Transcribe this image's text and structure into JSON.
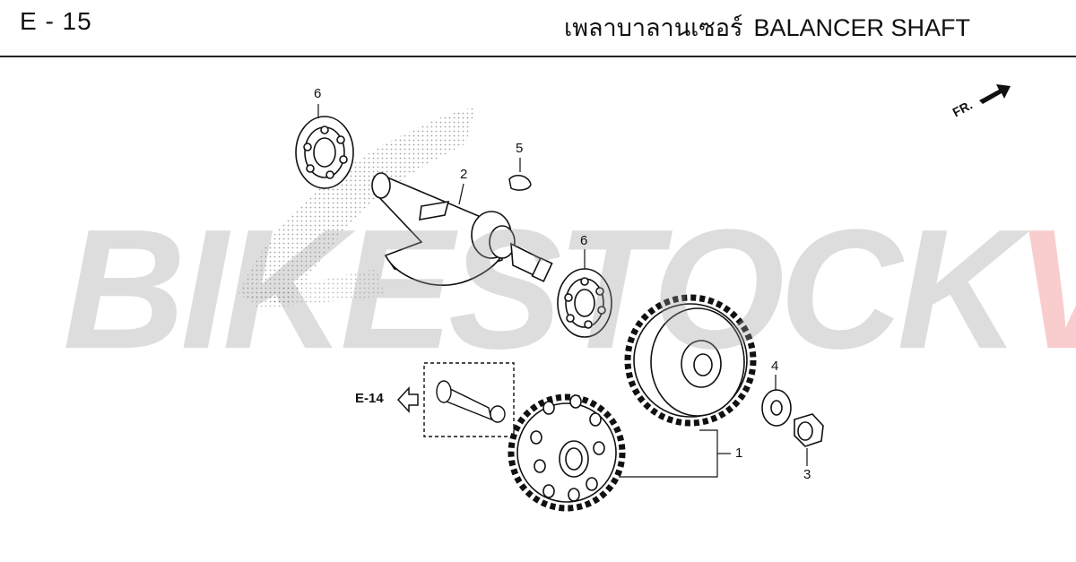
{
  "header": {
    "section_code": "E - 15",
    "title_thai": "เพลาบาลานเซอร์",
    "title_en": "BALANCER SHAFT"
  },
  "watermark": {
    "part1": "BIKESTOCK",
    "part2": "VN"
  },
  "direction_label": "FR.",
  "reference": {
    "label": "E-14"
  },
  "callouts": {
    "c1": "1",
    "c2": "2",
    "c3": "3",
    "c4": "4",
    "c5": "5",
    "c6a": "6",
    "c6b": "6"
  },
  "colors": {
    "ink": "#111111",
    "watermark_gray": "#9a9a9a",
    "watermark_red": "#ee6b6b"
  }
}
